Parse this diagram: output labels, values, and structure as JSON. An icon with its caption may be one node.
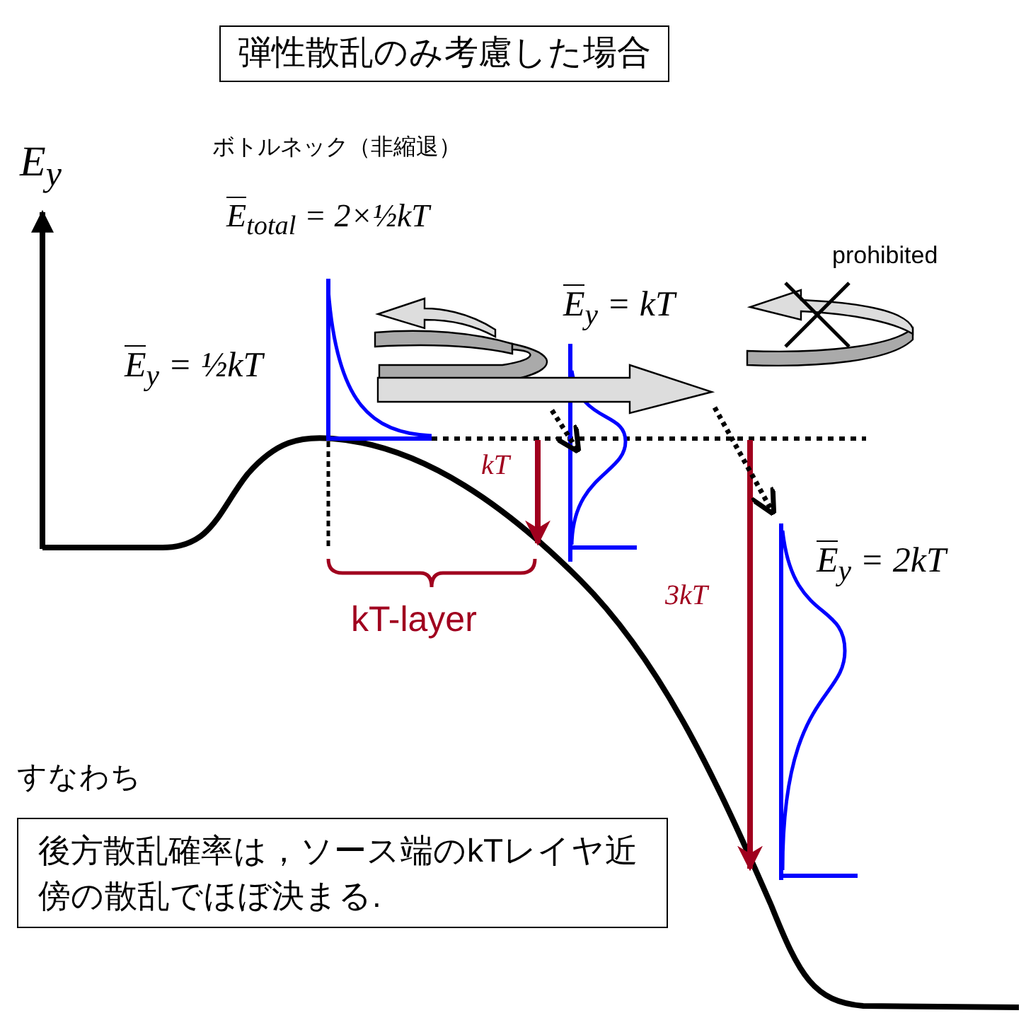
{
  "diagram": {
    "title": "弾性散乱のみ考慮した場合",
    "nodes": [
      {
        "text": [
          "後方散乱確率は，ソース端のkTレイヤ近傍の散乱でほぼ決まる."
        ]
      }
    ],
    "labels": [
      "E$_{y}$",
      "ボトルネック（非縮退）",
      "E$_{total}$ = 2×½kT",
      "prohibited",
      "E$_{y}$ = kT",
      "E$_{y}$ = ½kT",
      "kT",
      "kT-layer",
      "3kT",
      "E$_{y}$ = 2kT",
      "すなわち"
    ]
  }
}
